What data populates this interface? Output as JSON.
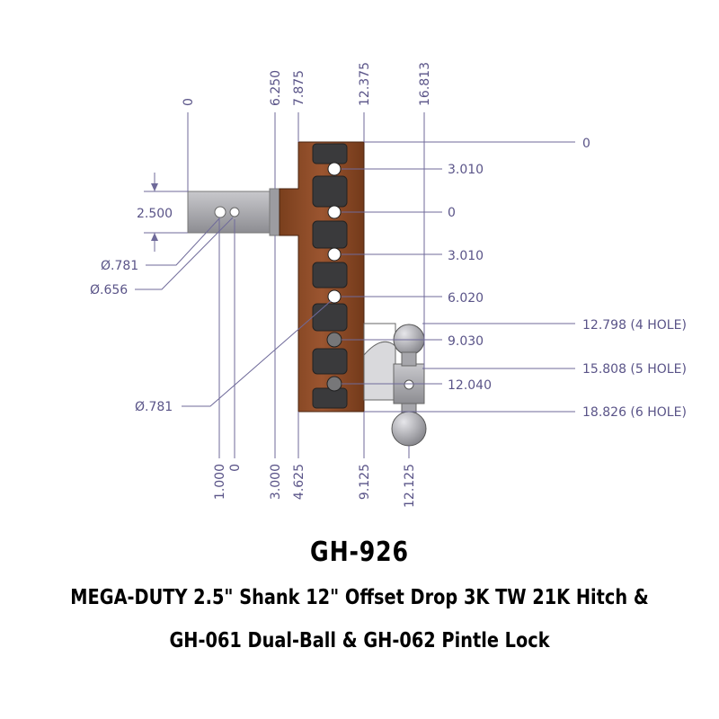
{
  "colors": {
    "accent": "#8a4a24",
    "dimension": "#5a5488",
    "steel": "#a9a9ad"
  },
  "dimensions_top": [
    "0",
    "6.250",
    "7.875",
    "12.375",
    "16.813"
  ],
  "dimensions_bottom": [
    "1.000",
    "0",
    "3.000",
    "4.625",
    "9.125",
    "12.125"
  ],
  "dimensions_right": [
    "0",
    "3.010",
    "0",
    "3.010",
    "6.020",
    "9.030",
    "12.040"
  ],
  "hole_rise": [
    "12.798 (4 HOLE)",
    "15.808 (5 HOLE)",
    "18.826 (6 HOLE)"
  ],
  "shank_height": "2.500",
  "pin_holes": [
    "Ø.781",
    "Ø.656"
  ],
  "hole_diameter": "Ø.781",
  "title": {
    "model": "GH-926",
    "line1": "MEGA-DUTY 2.5\" Shank 12\" Offset Drop 3K TW 21K Hitch &",
    "line2": "GH-061 Dual-Ball & GH-062 Pintle Lock"
  }
}
